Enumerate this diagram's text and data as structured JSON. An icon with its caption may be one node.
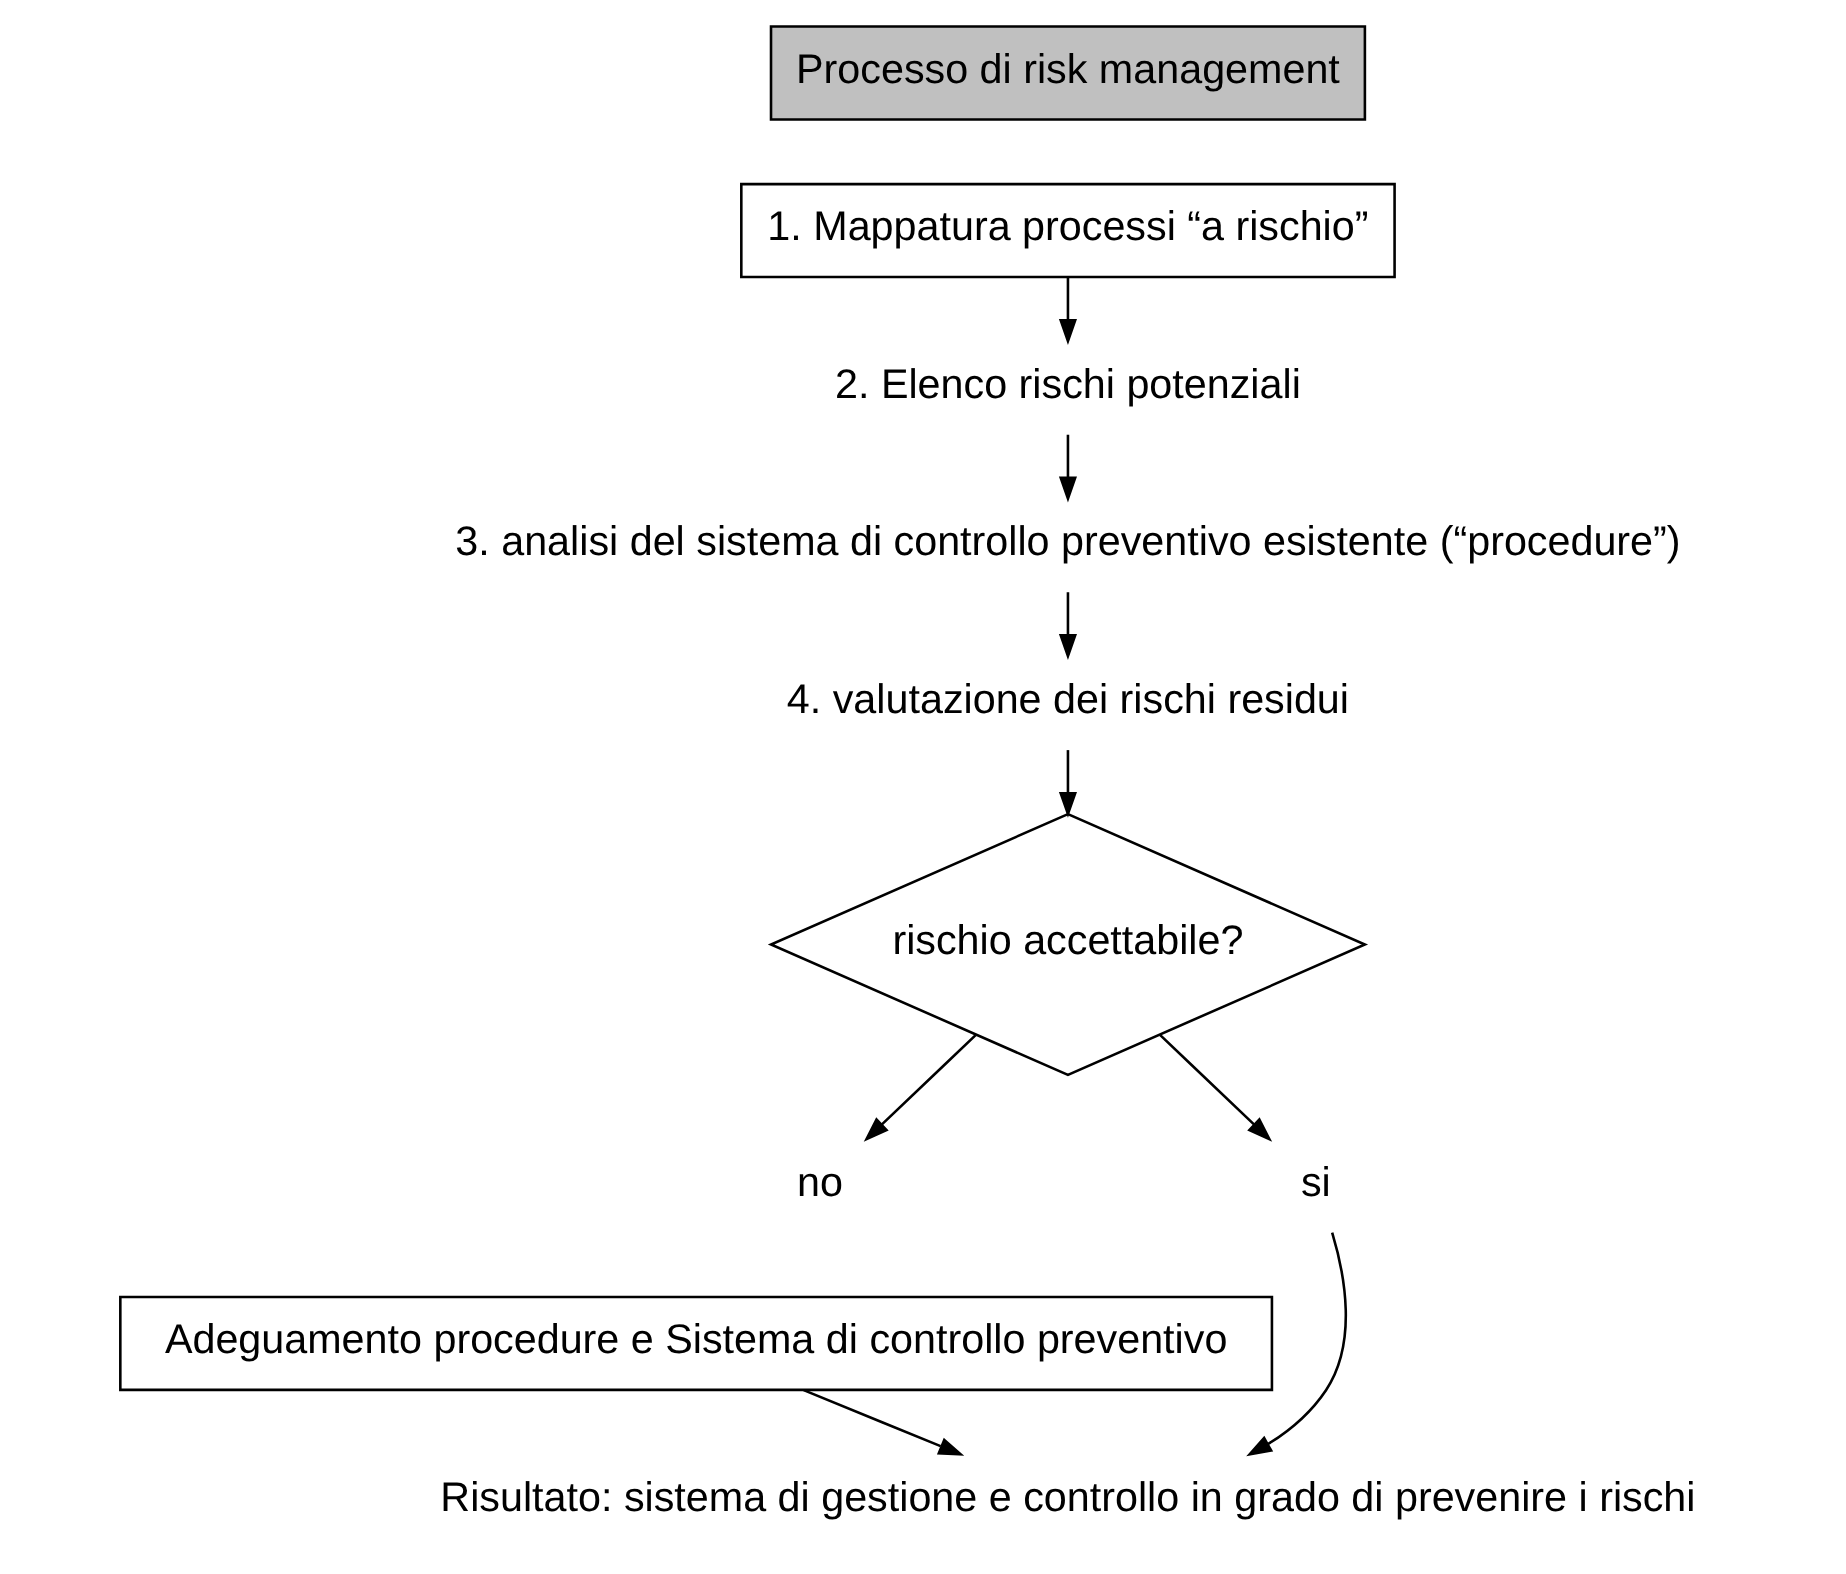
{
  "diagram": {
    "nodes": [
      {
        "text": [
          "Processo di risk management"
        ]
      },
      {
        "text": [
          "1. Mappatura processi “a rischio”"
        ]
      },
      {
        "text": [
          "2. Elenco rischi potenziali"
        ]
      },
      {
        "text": [
          "3. analisi del sistema di controllo preventivo esistente (“procedure”)"
        ]
      },
      {
        "text": [
          "4. valutazione dei rischi residui"
        ]
      },
      {
        "text": [
          "rischio accettabile?"
        ]
      },
      {
        "text": [
          "no"
        ]
      },
      {
        "text": [
          "si"
        ]
      },
      {
        "text": [
          "Adeguamento procedure e Sistema di controllo preventivo"
        ]
      },
      {
        "text": [
          "Risultato: sistema di gestione e controllo in grado di prevenire i rischi"
        ]
      }
    ],
    "edges": [
      {
        "from": 1,
        "to": 2,
        "arrow": "to"
      },
      {
        "from": 2,
        "to": 3,
        "arrow": "to"
      },
      {
        "from": 3,
        "to": 4,
        "arrow": "to"
      },
      {
        "from": 4,
        "to": 5,
        "arrow": "to"
      },
      {
        "from": 5,
        "to": 6,
        "arrow": "to"
      },
      {
        "from": 5,
        "to": 7,
        "arrow": "to"
      },
      {
        "from": 7,
        "to": 9,
        "arrow": "to"
      },
      {
        "from": 8,
        "to": 9,
        "arrow": "to"
      }
    ]
  }
}
